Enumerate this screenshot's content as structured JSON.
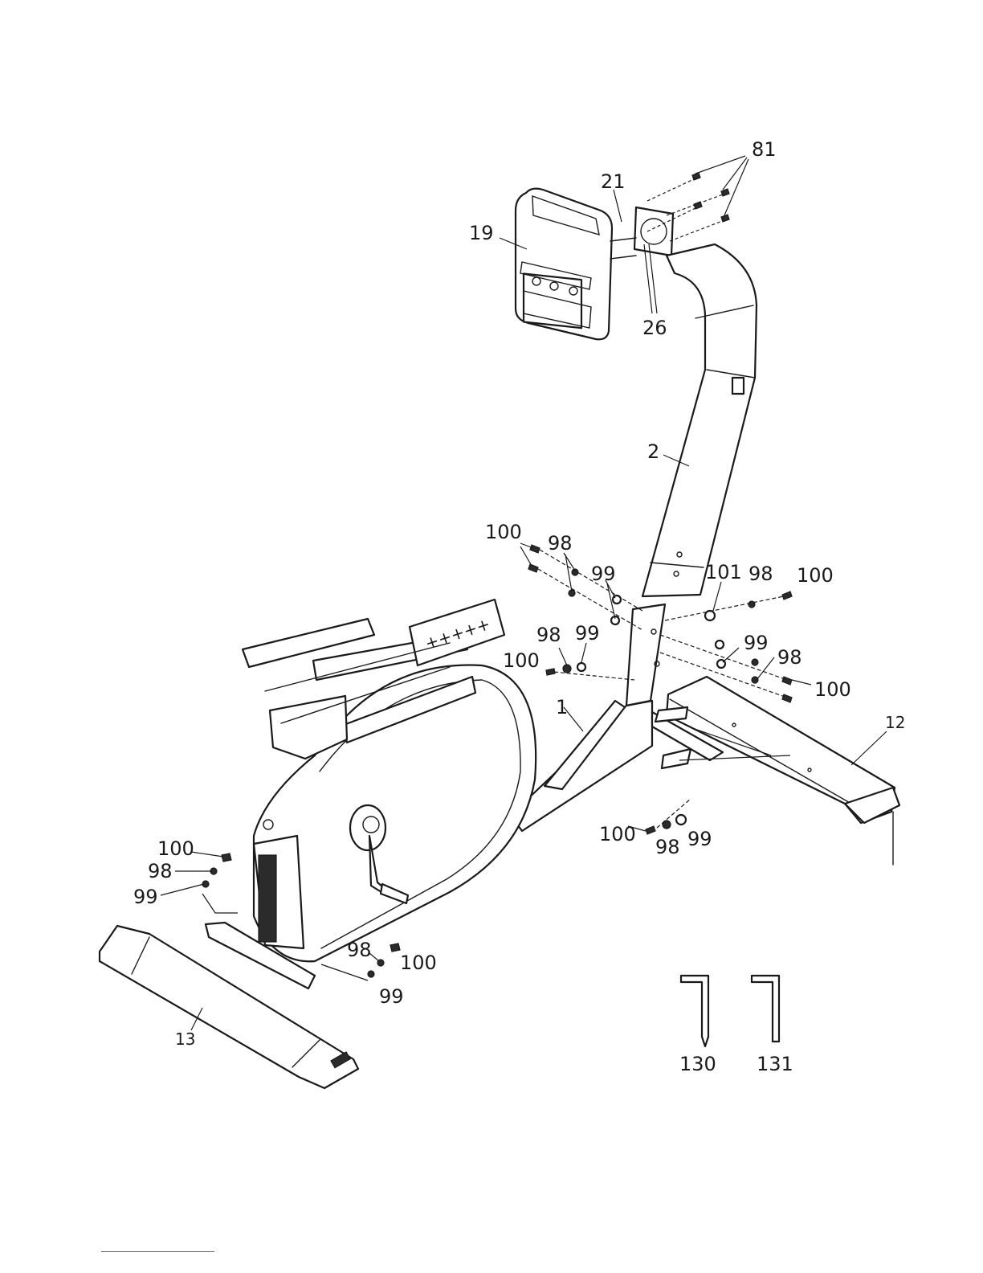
{
  "callouts": {
    "p81": "81",
    "p21": "21",
    "p19": "19",
    "p26": "26",
    "p2": "2",
    "p100a": "100",
    "p98a": "98",
    "p99a": "99",
    "p101": "101",
    "p98b": "98",
    "p100b": "100",
    "p98c": "98",
    "p99b": "99",
    "p100c": "100",
    "p99c": "99",
    "p98d": "98",
    "p100d": "100",
    "p1": "1",
    "p12": "12",
    "p100e": "100",
    "p98e": "98",
    "p99d": "99",
    "p100f": "100",
    "p98f": "98",
    "p99e": "99",
    "p98g": "98",
    "p100g": "100",
    "p99f": "99",
    "p13": "13",
    "p130": "130",
    "p131": "131"
  }
}
